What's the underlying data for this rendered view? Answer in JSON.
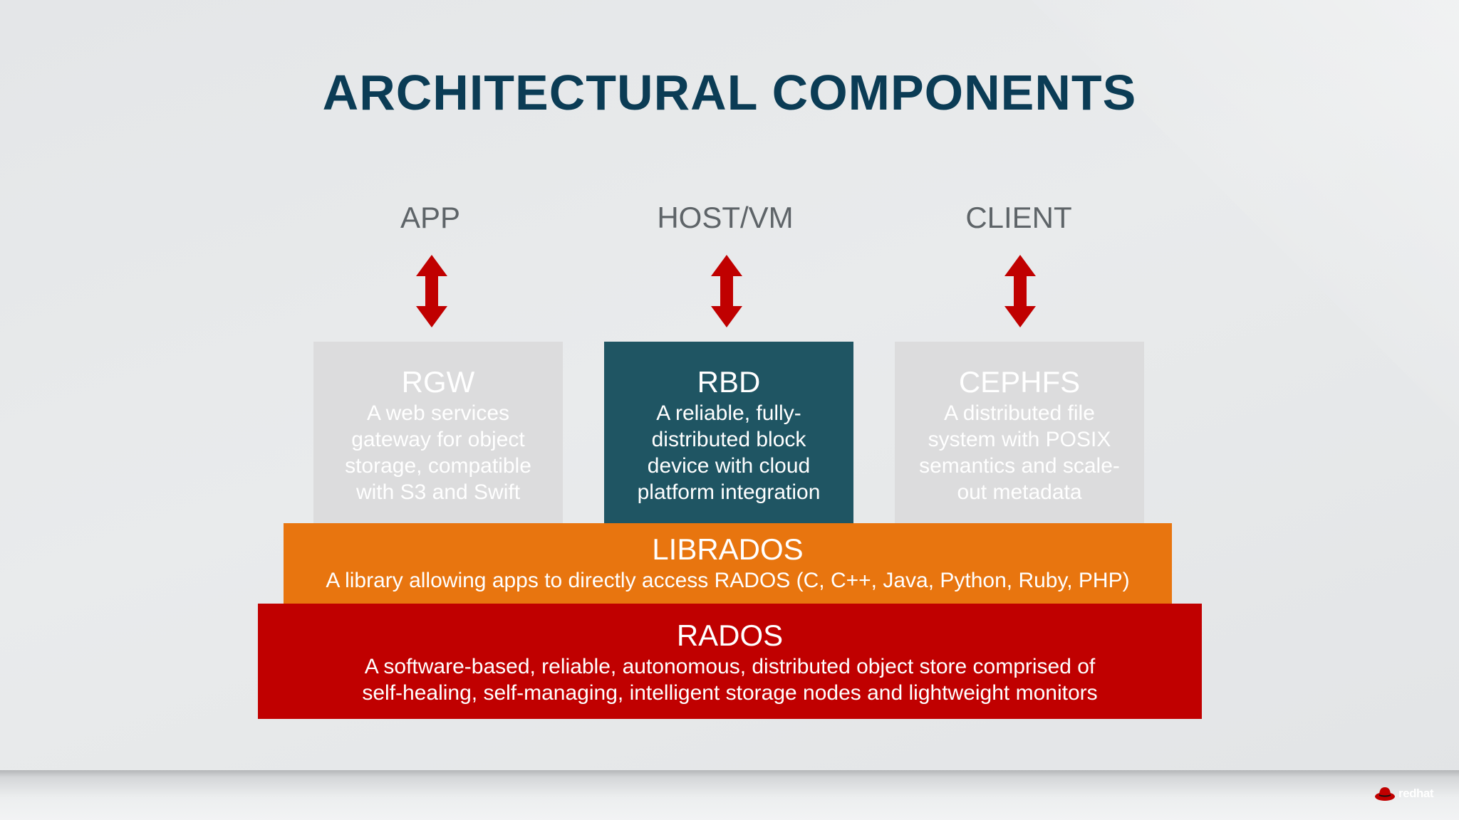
{
  "title": "ARCHITECTURAL COMPONENTS",
  "clients": [
    {
      "label": "APP"
    },
    {
      "label": "HOST/VM"
    },
    {
      "label": "CLIENT"
    }
  ],
  "components": [
    {
      "name": "RGW",
      "description": "A web services gateway for object storage, compatible with S3 and Swift"
    },
    {
      "name": "RBD",
      "description": "A reliable, fully-distributed block device with cloud platform integration"
    },
    {
      "name": "CEPHFS",
      "description": "A distributed file system with POSIX semantics and scale-out metadata"
    }
  ],
  "librados": {
    "name": "LIBRADOS",
    "description": "A library allowing apps to directly access RADOS (C, C++, Java, Python, Ruby, PHP)"
  },
  "rados": {
    "name": "RADOS",
    "description": "A software-based, reliable, autonomous, distributed object store comprised of self-healing, self-managing, intelligent storage nodes and lightweight monitors"
  },
  "logo": {
    "text": "redhat"
  },
  "colors": {
    "title": "#0b3c55",
    "arrow": "#c00000",
    "grey_box": "#dcdcdd",
    "rbd_box": "#1f5563",
    "librados": "#e8750f",
    "rados": "#c00000"
  }
}
